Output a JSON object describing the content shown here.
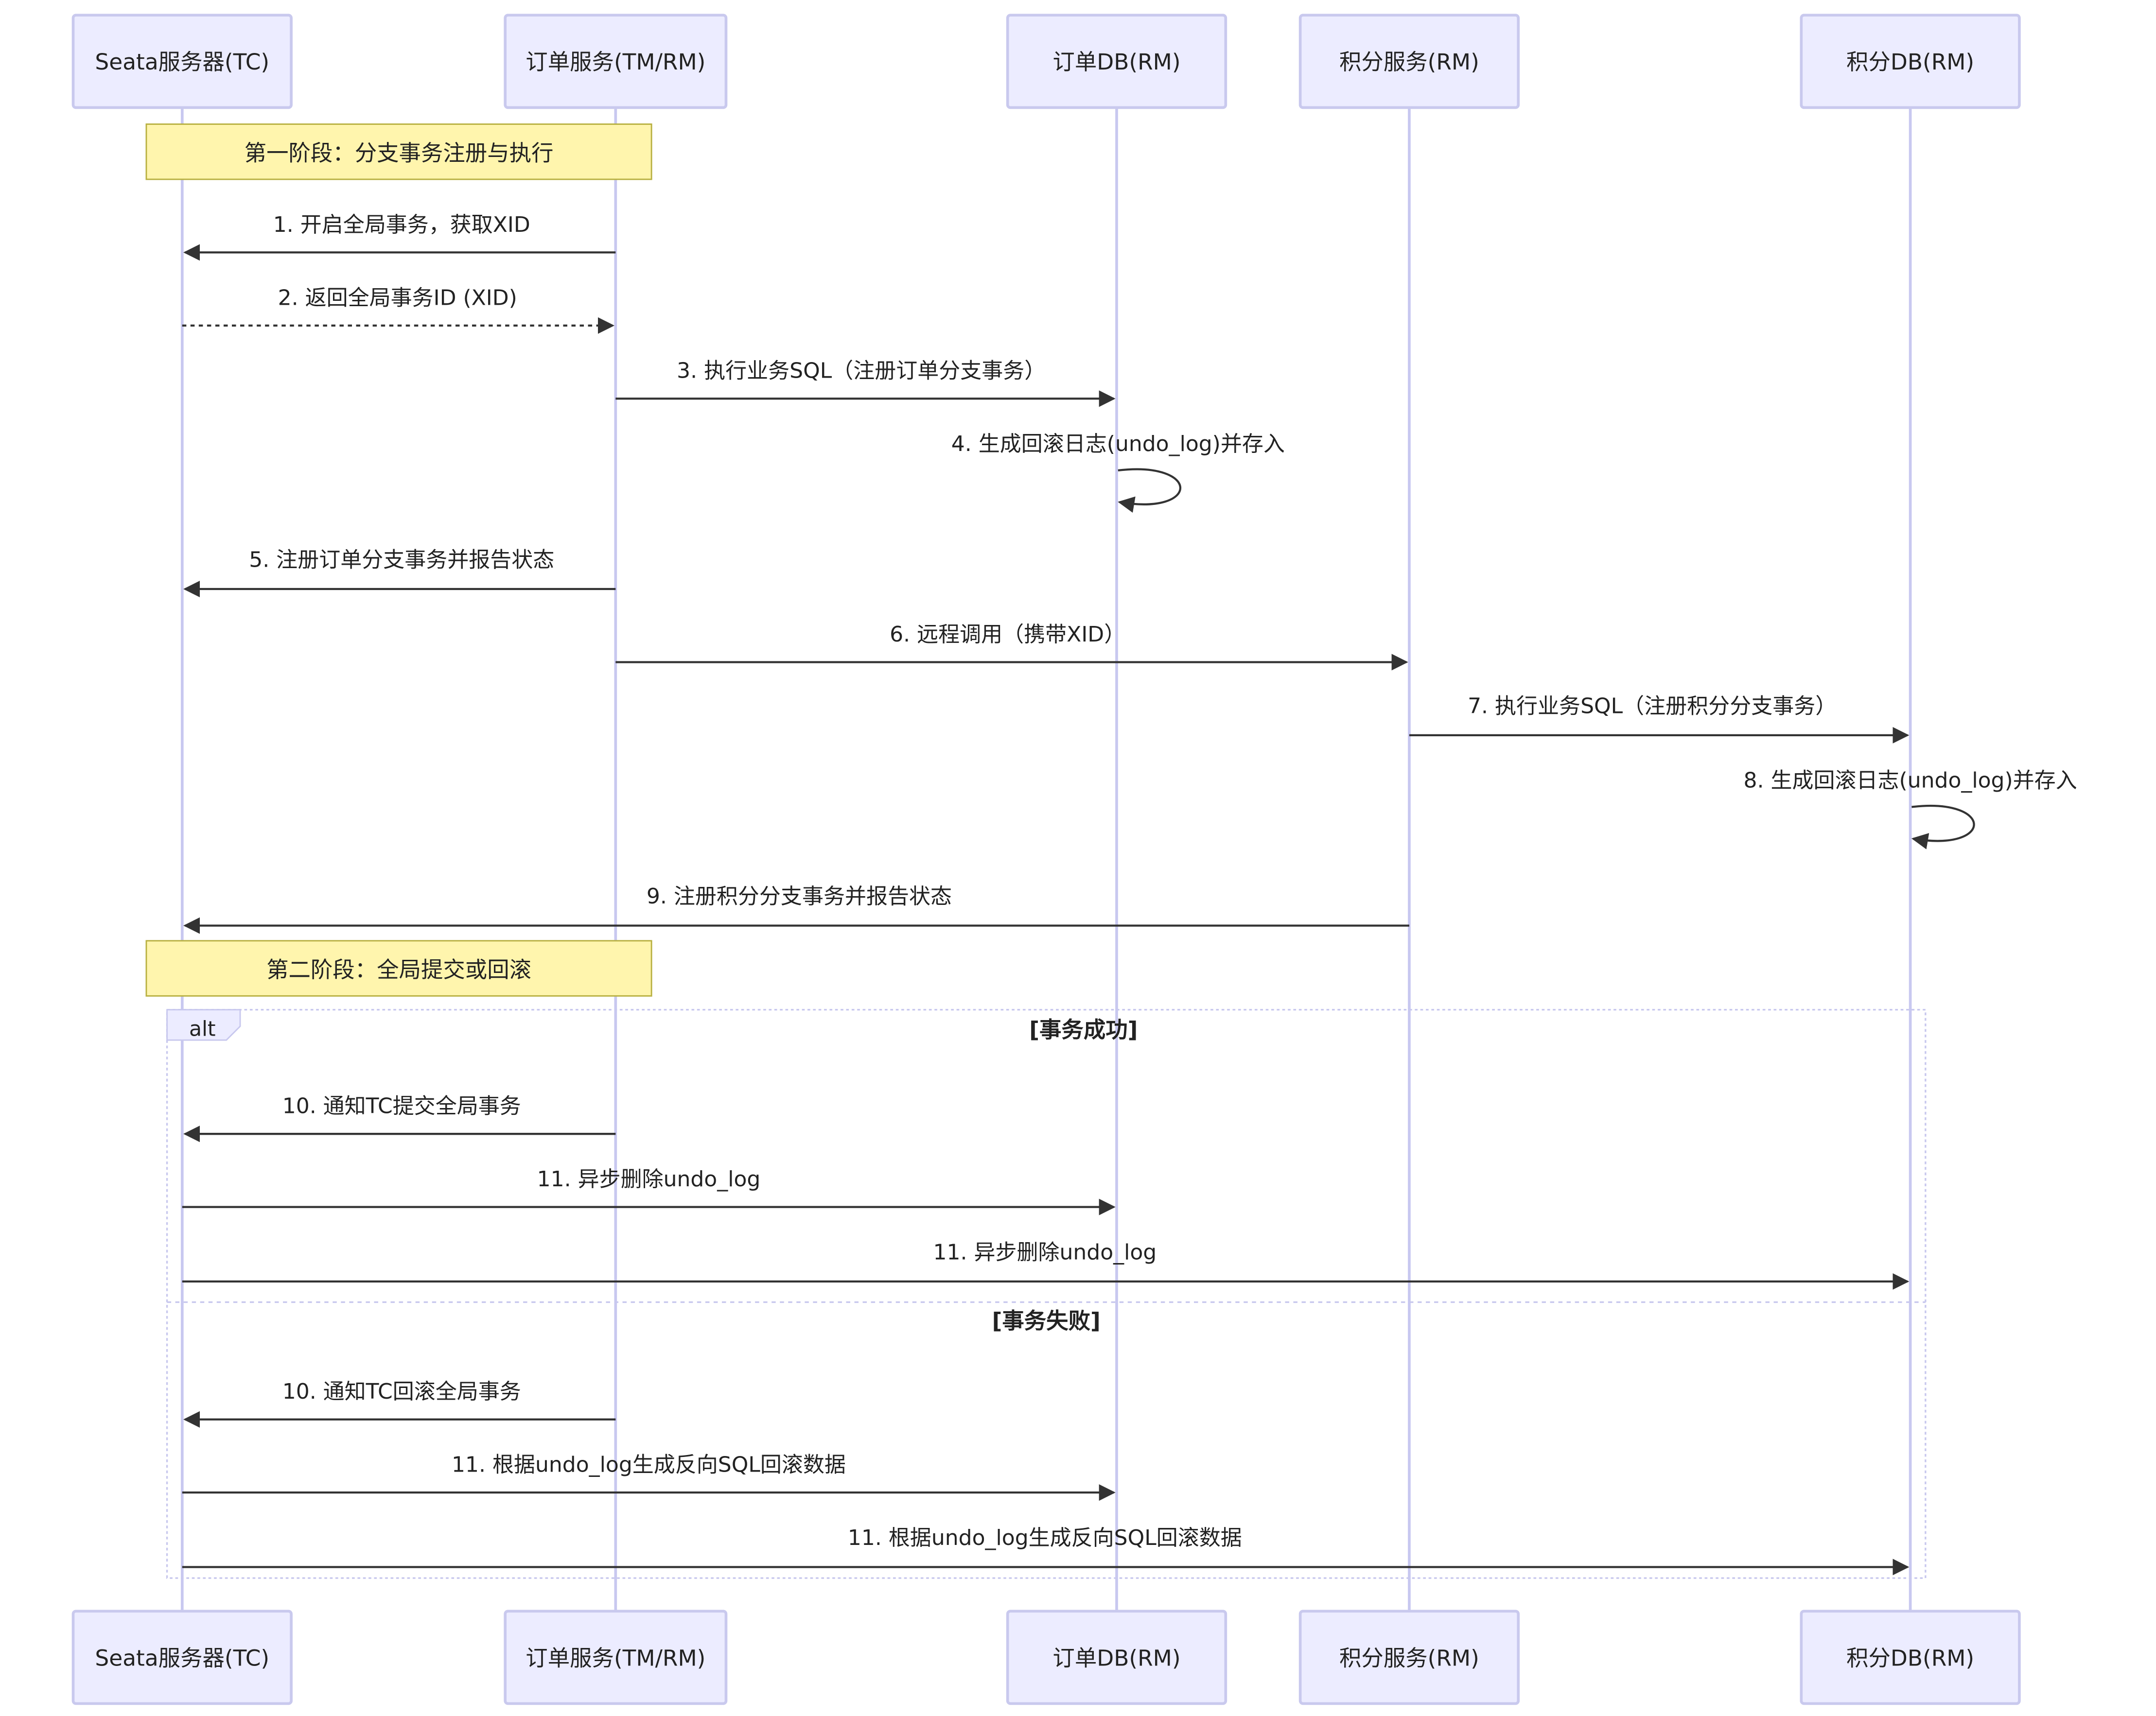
{
  "colors": {
    "actor_fill": "#ECECFF",
    "actor_stroke": "#C9C9EE",
    "lifeline": "#C8C8F0",
    "note_fill": "#FFF5AD",
    "note_stroke": "#B8B040",
    "message": "#333333"
  },
  "participants": [
    {
      "id": "tc",
      "label": "Seata服务器(TC)"
    },
    {
      "id": "order",
      "label": "订单服务(TM/RM)"
    },
    {
      "id": "orderdb",
      "label": "订单DB(RM)"
    },
    {
      "id": "points",
      "label": "积分服务(RM)"
    },
    {
      "id": "pointsdb",
      "label": "积分DB(RM)"
    }
  ],
  "notes": [
    {
      "id": "phase1",
      "text": "第一阶段：分支事务注册与执行"
    },
    {
      "id": "phase2",
      "text": "第二阶段：全局提交或回滚"
    }
  ],
  "messages": [
    {
      "id": "m1",
      "from": "order",
      "to": "tc",
      "text": "1. 开启全局事务，获取XID",
      "style": "solid"
    },
    {
      "id": "m2",
      "from": "tc",
      "to": "order",
      "text": "2. 返回全局事务ID (XID)",
      "style": "dashed"
    },
    {
      "id": "m3",
      "from": "order",
      "to": "orderdb",
      "text": "3. 执行业务SQL（注册订单分支事务）",
      "style": "solid"
    },
    {
      "id": "m4",
      "from": "orderdb",
      "to": "orderdb",
      "text": "4. 生成回滚日志(undo_log)并存入",
      "style": "self"
    },
    {
      "id": "m5",
      "from": "order",
      "to": "tc",
      "text": "5. 注册订单分支事务并报告状态",
      "style": "solid"
    },
    {
      "id": "m6",
      "from": "order",
      "to": "points",
      "text": "6. 远程调用（携带XID）",
      "style": "solid"
    },
    {
      "id": "m7",
      "from": "points",
      "to": "pointsdb",
      "text": "7. 执行业务SQL（注册积分分支事务）",
      "style": "solid"
    },
    {
      "id": "m8",
      "from": "pointsdb",
      "to": "pointsdb",
      "text": "8. 生成回滚日志(undo_log)并存入",
      "style": "self"
    },
    {
      "id": "m9",
      "from": "points",
      "to": "tc",
      "text": "9. 注册积分分支事务并报告状态",
      "style": "solid"
    },
    {
      "id": "m10a",
      "from": "order",
      "to": "tc",
      "text": "10. 通知TC提交全局事务",
      "style": "solid"
    },
    {
      "id": "m11a",
      "from": "tc",
      "to": "orderdb",
      "text": "11. 异步删除undo_log",
      "style": "solid"
    },
    {
      "id": "m11b",
      "from": "tc",
      "to": "pointsdb",
      "text": "11. 异步删除undo_log",
      "style": "solid"
    },
    {
      "id": "m10b",
      "from": "order",
      "to": "tc",
      "text": "10. 通知TC回滚全局事务",
      "style": "solid"
    },
    {
      "id": "m11c",
      "from": "tc",
      "to": "orderdb",
      "text": "11. 根据undo_log生成反向SQL回滚数据",
      "style": "solid"
    },
    {
      "id": "m11d",
      "from": "tc",
      "to": "pointsdb",
      "text": "11. 根据undo_log生成反向SQL回滚数据",
      "style": "solid"
    }
  ],
  "alt_frame": {
    "tag": "alt",
    "condition_success": "[事务成功]",
    "condition_failure": "[事务失败]"
  }
}
